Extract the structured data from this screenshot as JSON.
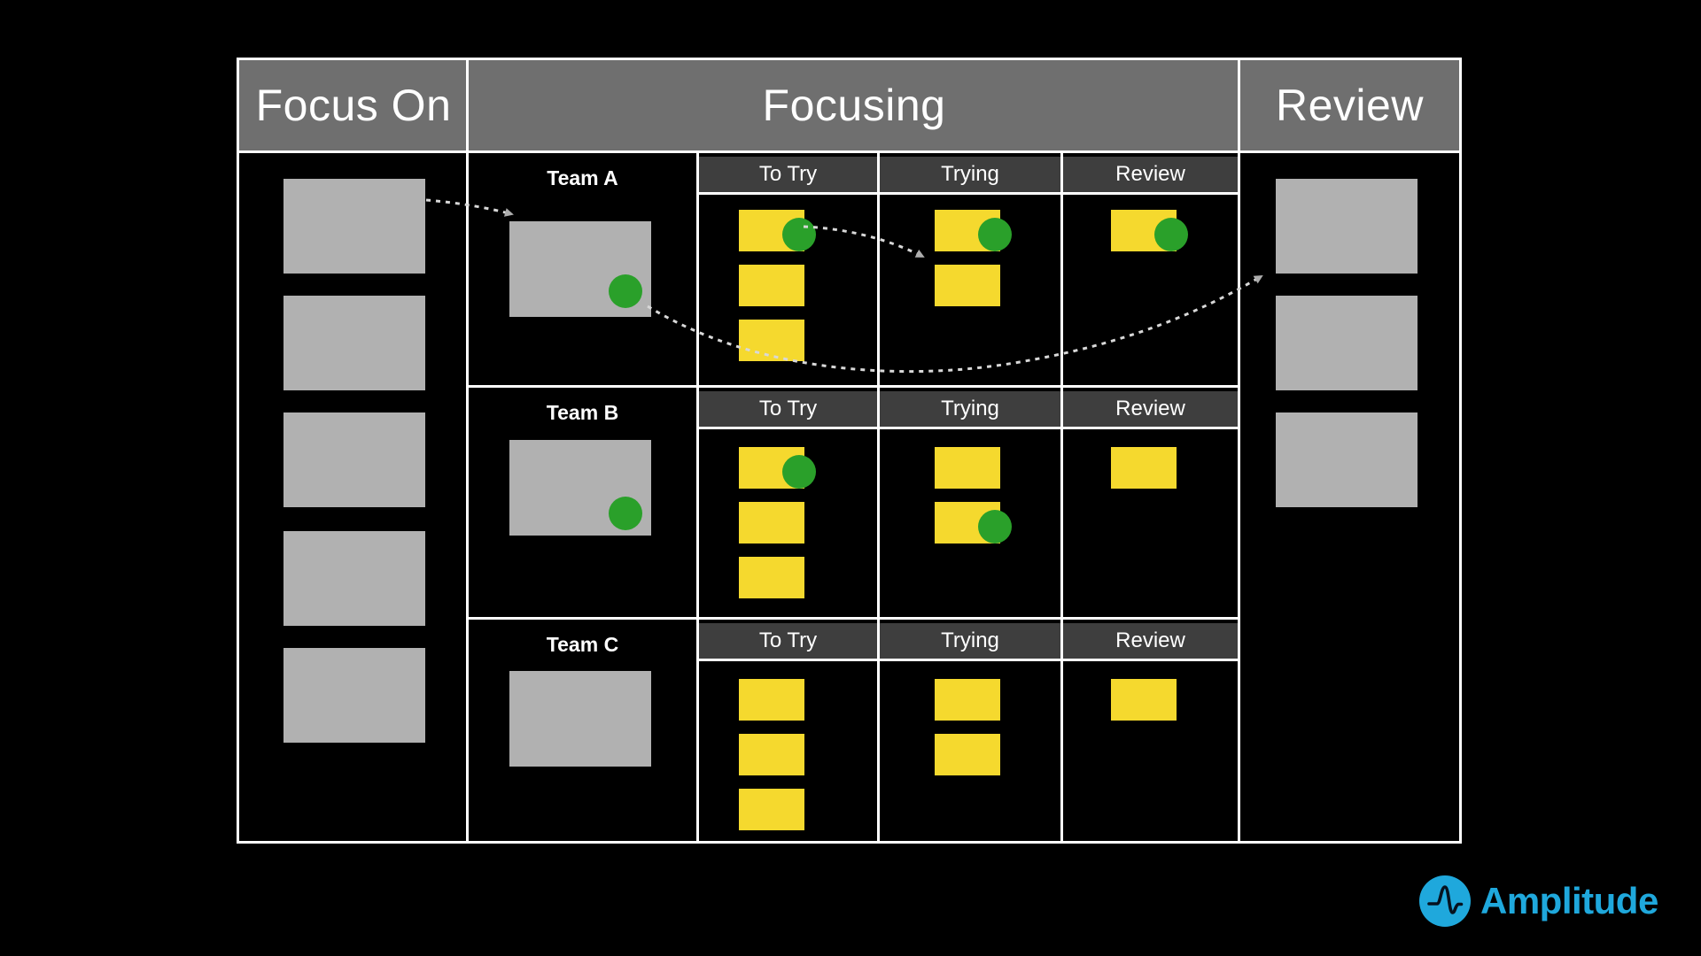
{
  "board": {
    "columns": [
      {
        "label": "Focus On"
      },
      {
        "label": "Focusing"
      },
      {
        "label": "Review"
      }
    ],
    "focus_on_column": {
      "cards": 5
    },
    "review_column": {
      "cards": 3
    },
    "teams": [
      {
        "name": "Team A",
        "stages": [
          "To Try",
          "Trying",
          "Review"
        ],
        "card": {
          "dot": true
        },
        "notes": {
          "to_try": [
            true,
            false,
            false
          ],
          "trying": [
            true,
            false
          ],
          "review": [
            true
          ]
        }
      },
      {
        "name": "Team B",
        "stages": [
          "To Try",
          "Trying",
          "Review"
        ],
        "card": {
          "dot": true
        },
        "notes": {
          "to_try": [
            true,
            false,
            false
          ],
          "trying": [
            false,
            true
          ],
          "review": [
            false
          ]
        }
      },
      {
        "name": "Team C",
        "stages": [
          "To Try",
          "Trying",
          "Review"
        ],
        "card": {
          "dot": false
        },
        "notes": {
          "to_try": [
            false,
            false,
            false
          ],
          "trying": [
            false,
            false
          ],
          "review": [
            false
          ]
        }
      }
    ],
    "arrows": [
      {
        "from": "focus-on-card-1",
        "to": "team-a-card"
      },
      {
        "from": "team-a-to-try-note-1-dot",
        "to": "team-a-trying-column"
      },
      {
        "from": "team-a-card-dot",
        "to": "review-column-card-1"
      }
    ]
  },
  "logo": {
    "brand": "Amplitude"
  },
  "colors": {
    "note_yellow": "#F5D92E",
    "dot_green": "#2AA02A",
    "card_gray": "#B1B1B1",
    "header_gray": "#6F6F6F",
    "subheader_gray": "#3E3E3E",
    "line_white": "#FFFFFF",
    "arrow_gray": "#D8D8D8",
    "brand_cyan": "#1FA8DC"
  }
}
